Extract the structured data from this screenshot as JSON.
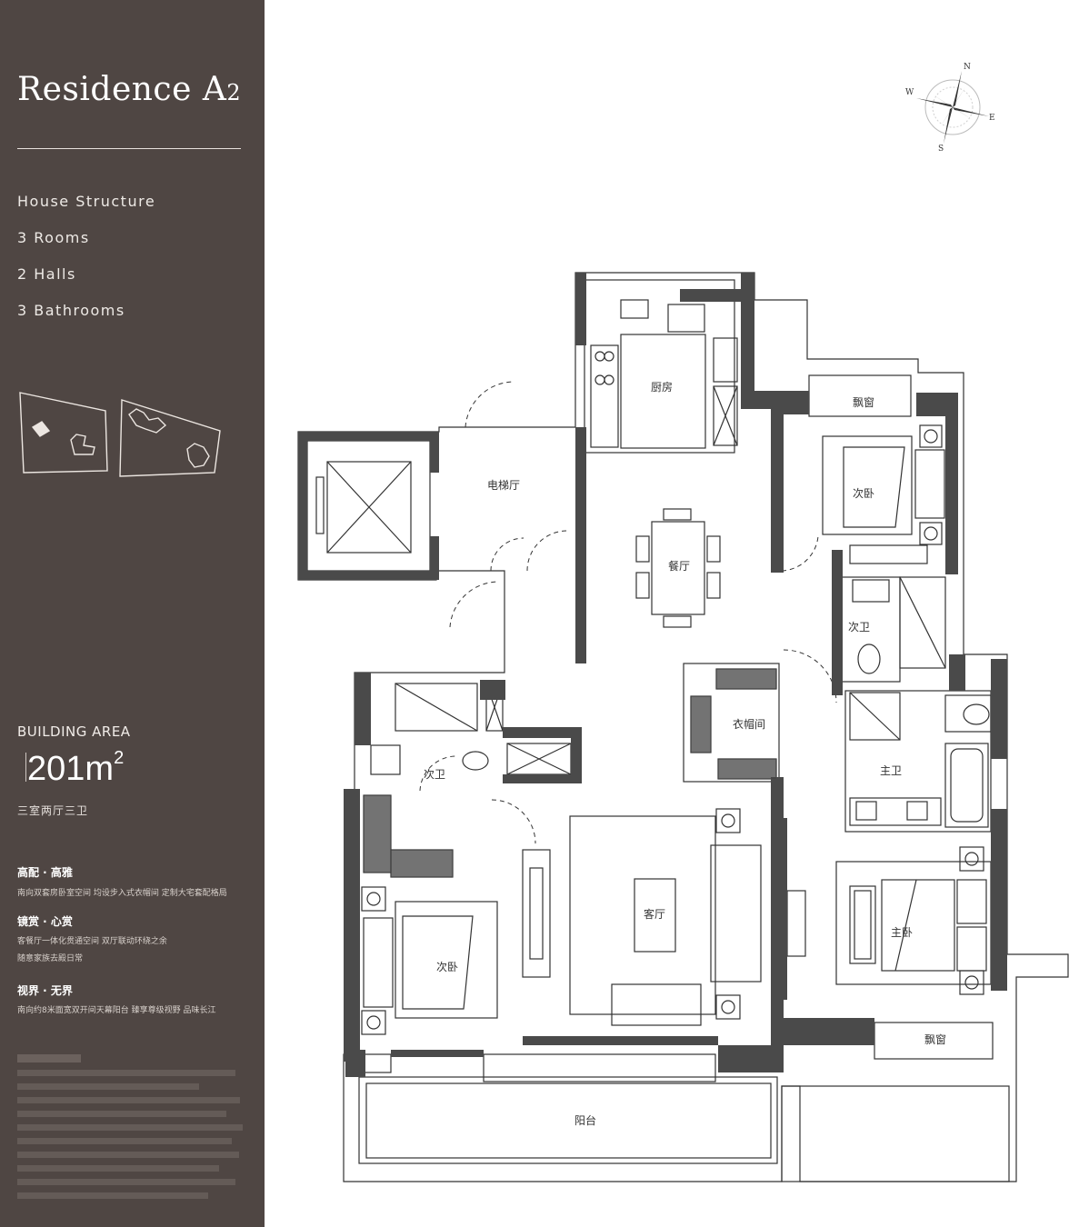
{
  "sidebar": {
    "title": "Residence A",
    "title_sub": "2",
    "structure": [
      "House Structure",
      "3 Rooms",
      "2 Halls",
      "3 Bathrooms"
    ],
    "area_label": "BUILDING AREA",
    "area_value": "201m",
    "area_unit_sup": "2",
    "type_text": "三室两厅三卫",
    "features": [
      {
        "title": "高配 · 高雅",
        "text": "南向双套房卧室空间 均设步入式衣帽间 定制大宅套配格局"
      },
      {
        "title": "镜赏 · 心赏",
        "text": "客餐厅一体化贯通空间 双厅联动环绕之余"
      },
      {
        "title": "视界 · 无界",
        "text": "南向约8米面宽双开间天幕阳台 臻享尊级视野 品味长江"
      }
    ],
    "feature_extra": "随意家族去殿日常"
  },
  "compass": {
    "n": "N",
    "e": "E",
    "s": "S",
    "w": "W"
  },
  "rooms": {
    "kitchen": "厨房",
    "elevator_hall": "电梯厅",
    "dining": "餐厅",
    "bay_top": "飘窗",
    "bedroom_2": "次卧",
    "bath_2": "次卫",
    "closet": "衣帽间",
    "master_bath": "主卫",
    "bath_3": "次卫",
    "living": "客厅",
    "bedroom_3": "次卧",
    "master_bedroom": "主卧",
    "bay_bottom": "飘窗",
    "balcony": "阳台"
  }
}
